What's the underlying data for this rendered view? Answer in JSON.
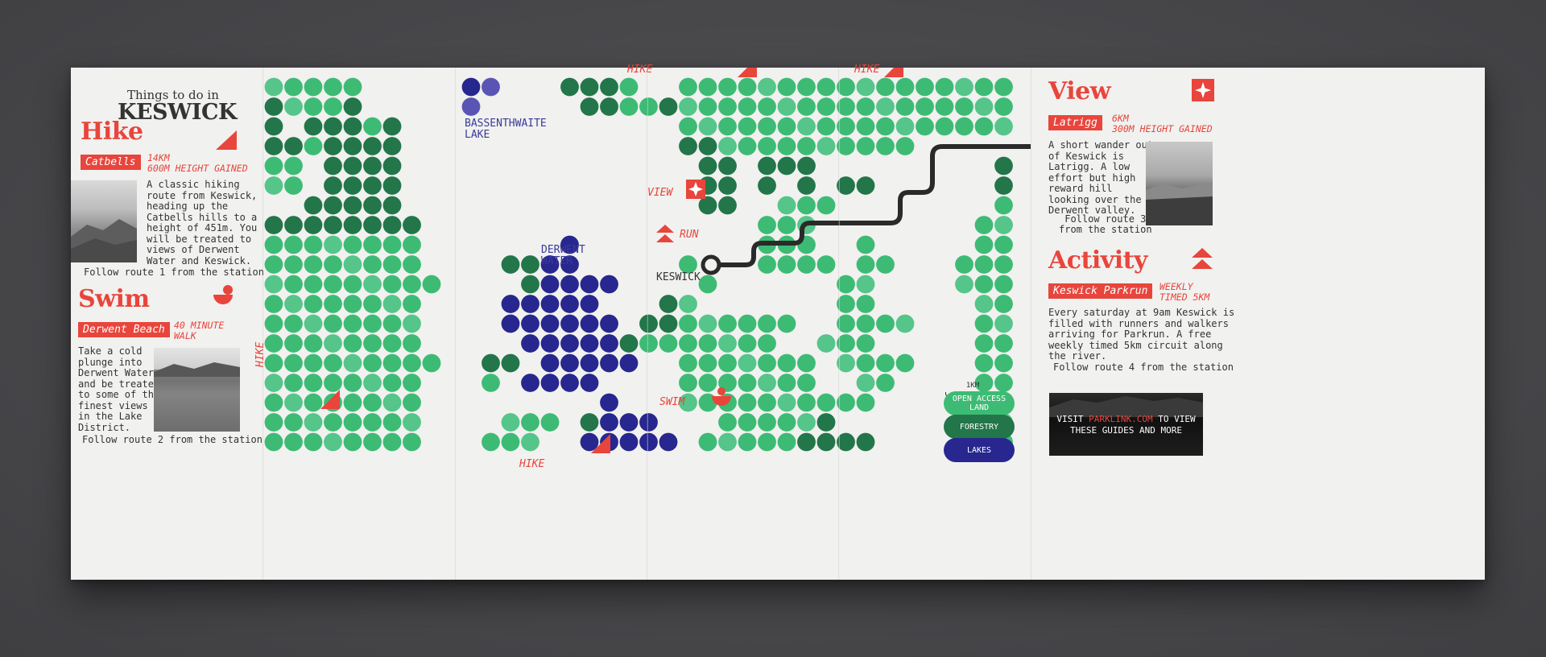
{
  "cover": {
    "pre_title": "Things to do in",
    "title": "KESWICK"
  },
  "hike": {
    "heading": "Hike",
    "tag": "Catbells",
    "meta": "14km\n600m HEIGHT GAINED",
    "body": "A classic hiking\nroute from Keswick,\nheading up the\nCatbells hills to a\nheight of 451m. You\nwill be treated to\nviews of Derwent\nWater and Keswick.",
    "follow": "Follow route 1 from the station"
  },
  "swim": {
    "heading": "Swim",
    "tag": "Derwent Beach",
    "meta": "40 MINUTE\nWALK",
    "body": "Take a cold\nplunge into\nDerwent Water\nand be treated\nto some of the\nfinest views\nin the Lake\nDistrict.",
    "follow": "Follow route 2 from the station"
  },
  "view": {
    "heading": "View",
    "tag": "Latrigg",
    "meta": "6km\n300m HEIGHT GAINED",
    "body": "A short wander out\nof Keswick is\nLatrigg. A low\neffort but high\nreward hill\nlooking over the\nDerwent valley.",
    "follow": "Follow route 3\nfrom the station"
  },
  "activity": {
    "heading": "Activity",
    "tag": "Keswick Parkrun",
    "meta": "WEEKLY\nTIMED 5KM",
    "body": "Every saturday at 9am Keswick is\nfilled with runners and walkers\narriving for Parkrun. A free\nweekly timed 5km circuit along\nthe river.",
    "follow": "Follow route 4 from the station"
  },
  "ad": {
    "pre": "VISIT ",
    "link": "PARKLINK.COM",
    "post": " TO VIEW",
    "line2": "THESE GUIDES AND MORE"
  },
  "map": {
    "labels": {
      "bassenthwaite": "BASSENTHWAITE\nLAKE",
      "derwent": "DERWENT\nWATER",
      "keswick": "KESWICK",
      "hike": "HIKE",
      "view": "VIEW",
      "run": "RUN",
      "swim": "SWIM"
    },
    "legend": {
      "scale": "1KM",
      "open": "OPEN ACCESS\nLAND",
      "forest": "FORESTRY",
      "lakes": "LAKES"
    },
    "colors": {
      "open_land": "#3dbb74",
      "open_land_light": "#55c58a",
      "forestry": "#22764a",
      "lakes": "#27278f",
      "lakes_light": "#5a55b5",
      "accent": "#e8453c"
    }
  }
}
